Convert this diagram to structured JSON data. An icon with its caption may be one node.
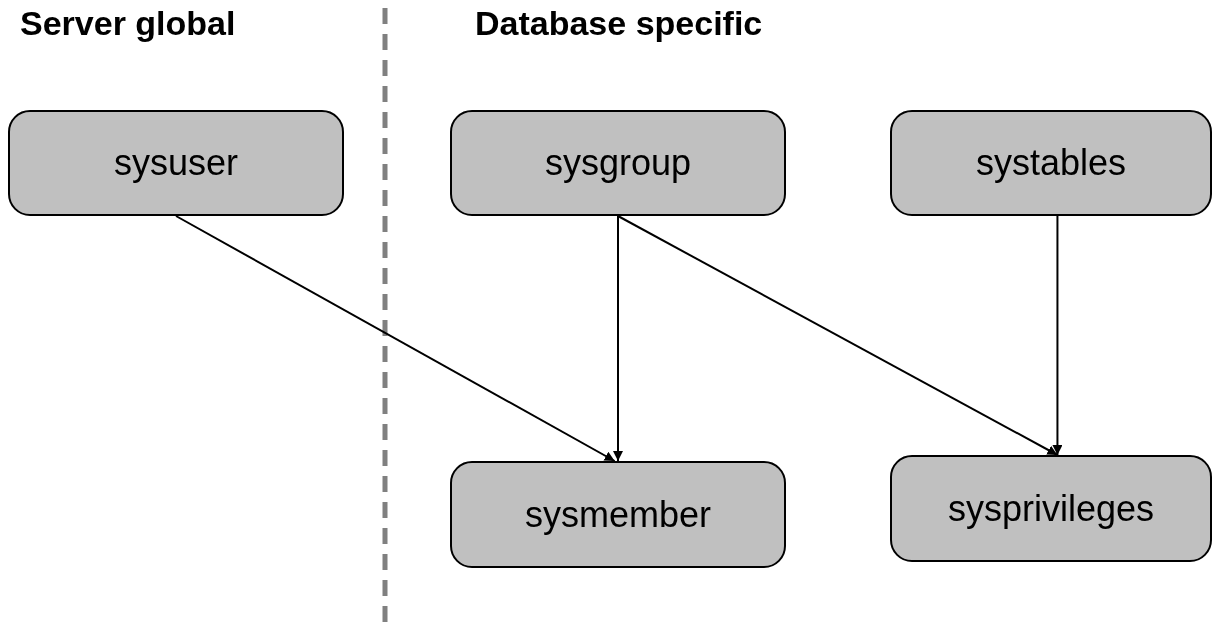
{
  "diagram": {
    "nodes": [
      {
        "text": [
          "sysuser"
        ]
      },
      {
        "text": [
          "sysgroup"
        ]
      },
      {
        "text": [
          "systables"
        ]
      },
      {
        "text": [
          "sysmember"
        ]
      },
      {
        "text": [
          "sysprivileges"
        ]
      }
    ],
    "edges": [
      {
        "from": 0,
        "to": 3,
        "arrow": "to"
      },
      {
        "from": 1,
        "to": 3,
        "arrow": "to"
      },
      {
        "from": 1,
        "to": 4,
        "arrow": "to"
      },
      {
        "from": 2,
        "to": 4,
        "arrow": "to"
      }
    ],
    "labels": [
      "Server global",
      "Database specific"
    ]
  }
}
